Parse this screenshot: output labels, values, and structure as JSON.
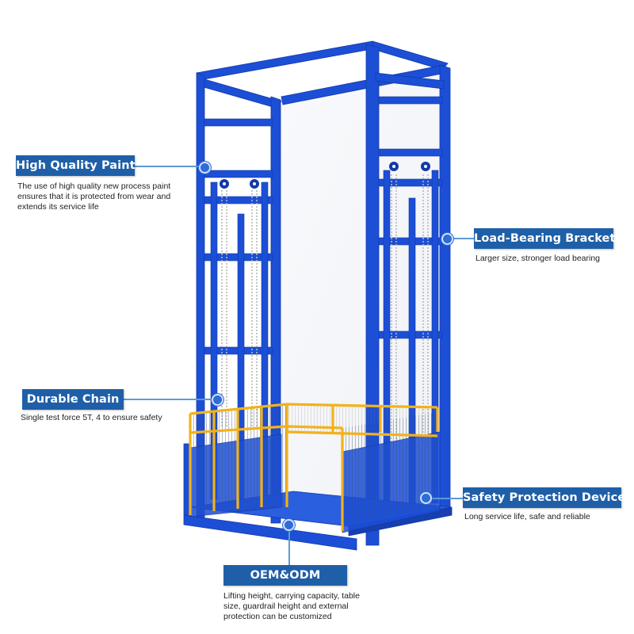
{
  "colors": {
    "frame": "#1c4fd6",
    "frame_dark": "#123aa8",
    "guardrail": "#f2b21b",
    "callout_bg": "#1f5fa8",
    "callout_text": "#ffffff",
    "connector": "#5b9bd5",
    "chain": "#b8b8b8"
  },
  "callouts": {
    "paint": {
      "title": "High Quality Paint",
      "desc_lines": [
        "The use of high quality new process paint",
        "ensures that it is protected from wear and",
        "extends its service life"
      ]
    },
    "bracket": {
      "title": "Load-Bearing Bracket",
      "desc_lines": [
        "Larger size, stronger load bearing"
      ]
    },
    "chain": {
      "title": "Durable Chain",
      "desc_lines": [
        "Single test force 5T, 4 to ensure safety"
      ]
    },
    "safety": {
      "title": "Safety Protection Device",
      "desc_lines": [
        "Long service life, safe and reliable"
      ]
    },
    "oem": {
      "title": "OEM&ODM",
      "desc_lines": [
        "Lifting height, carrying capacity, table",
        "size, guardrail height and external",
        "protection can be customized"
      ]
    }
  }
}
